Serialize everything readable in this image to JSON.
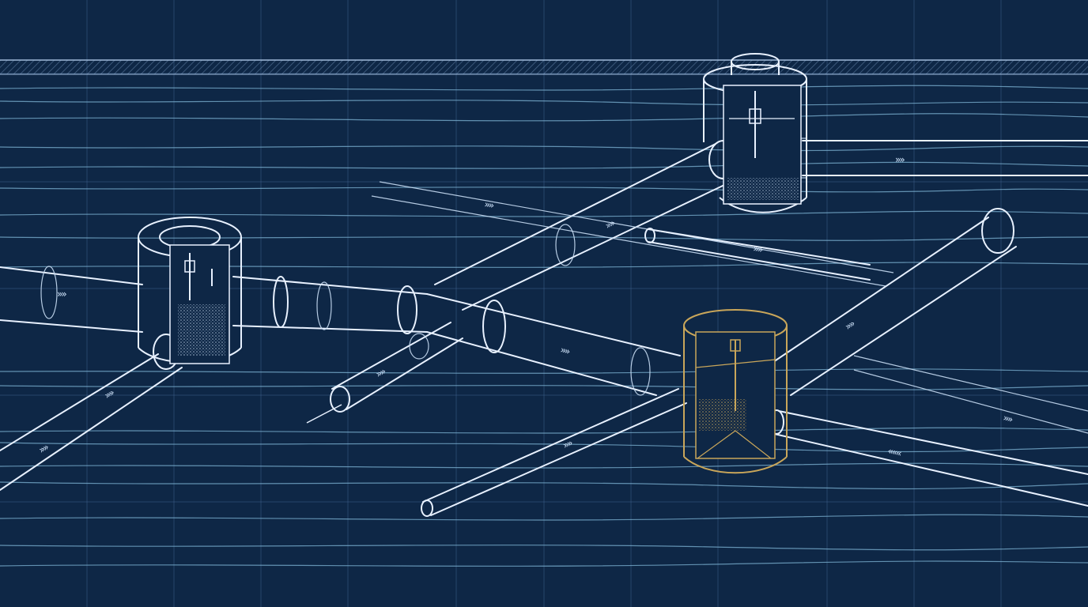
{
  "diagram": {
    "colors": {
      "background": "#0e2746",
      "grid": "#3d5f8a",
      "strata": "#7fb6d6",
      "pipe": "#e8f1ff",
      "highlight_chamber": "#c9a65a"
    },
    "elements": {
      "ground_surface": "hatched-surface-line",
      "soil_strata": "wavy-underground-layers",
      "inspection_chambers": [
        "chamber-left",
        "chamber-top-right",
        "chamber-highlighted"
      ],
      "pipes": [
        "main-left",
        "branch-lower-left",
        "diagonal-upper",
        "diagonal-right",
        "inlet-pipe",
        "lower-small-pipe",
        "lower-right-pipe",
        "top-right-outlet"
      ],
      "flow_marker_icon": "double-chevron-icon"
    },
    "flow_markers": [
      "»»",
      "»»",
      "»»",
      "»»",
      "»»",
      "»»",
      "»»",
      "»»",
      "»»",
      "»»",
      "»»",
      "«««"
    ]
  }
}
